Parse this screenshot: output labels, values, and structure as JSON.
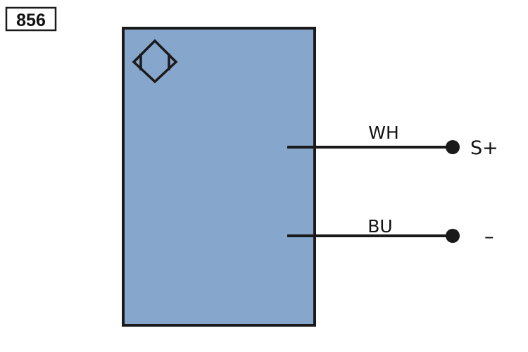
{
  "diagram_id": "856",
  "colors": {
    "body_fill": "#87a6cc",
    "stroke": "#1a1a1a"
  },
  "sensor_icon": "inductive-sensor-diamond-icon",
  "wires": [
    {
      "color_code": "WH",
      "terminal": "S+"
    },
    {
      "color_code": "BU",
      "terminal": "–"
    }
  ]
}
